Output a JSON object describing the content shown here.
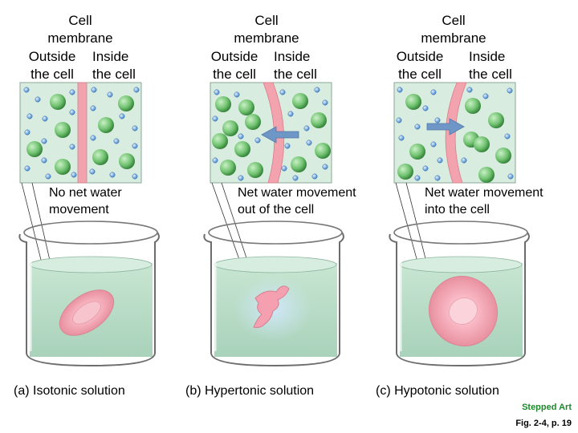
{
  "panels": [
    {
      "membrane_title": "Cell\nmembrane",
      "outside_label": "Outside\nthe cell",
      "inside_label": "Inside\nthe cell",
      "movement_text": "No net water\nmovement",
      "caption": "(a) Isotonic solution"
    },
    {
      "membrane_title": "Cell\nmembrane",
      "outside_label": "Outside\nthe cell",
      "inside_label": "Inside\nthe cell",
      "movement_text": "Net water movement\nout of the cell",
      "caption": "(b) Hypertonic solution"
    },
    {
      "membrane_title": "Cell\nmembrane",
      "outside_label": "Outside\nthe cell",
      "inside_label": "Inside\nthe cell",
      "movement_text": "Net water movement\ninto the cell",
      "caption": "(c) Hypotonic solution"
    }
  ],
  "footer": {
    "stepped_art": "Stepped Art",
    "fig_ref": "Fig. 2-4, p. 19"
  },
  "colors": {
    "membrane": "#f2a3ae",
    "panel_bg": "#d9ece0",
    "solute": "#6fc16f",
    "water_dot": "#3a80c8",
    "arrow": "#6e96c6",
    "water": "#b9dcc9",
    "footer_green": "#1b8a2a"
  }
}
